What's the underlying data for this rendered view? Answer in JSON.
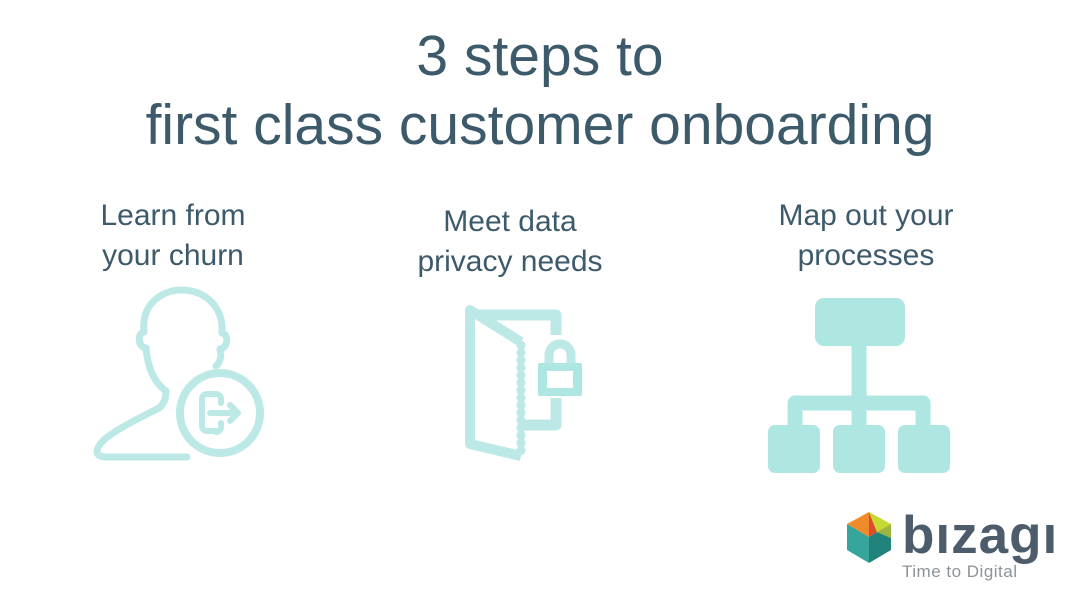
{
  "slide": {
    "title": {
      "line1": "3 steps to",
      "line2": "first class customer onboarding"
    }
  },
  "steps": [
    {
      "label_line1": "Learn from",
      "label_line2": "your churn",
      "icon": "churn-user-exit-icon"
    },
    {
      "label_line1": "Meet data",
      "label_line2": "privacy needs",
      "icon": "door-lock-icon"
    },
    {
      "label_line1": "Map out your",
      "label_line2": "processes",
      "icon": "process-hierarchy-icon"
    }
  ],
  "logo": {
    "brand_name": "bizagi",
    "wordmark_display": "bızagı",
    "tagline": "Time to Digital",
    "cube_icon": "bizagi-cube-icon"
  },
  "colors": {
    "background": "#ffffff",
    "title_text": "#3d5a6b",
    "heading_text": "#3d5a6b",
    "icon_stroke": "#bce9e6",
    "icon_fill": "#aee6e2",
    "logo_text": "#4d5c6a",
    "tagline_text": "#8b939b",
    "cube_orange": "#ef8b2a",
    "cube_red": "#dd4a2d",
    "cube_lime": "#c6d930",
    "cube_olive": "#9cb440",
    "cube_teal": "#36a59b",
    "cube_dark_teal": "#1f837b"
  }
}
